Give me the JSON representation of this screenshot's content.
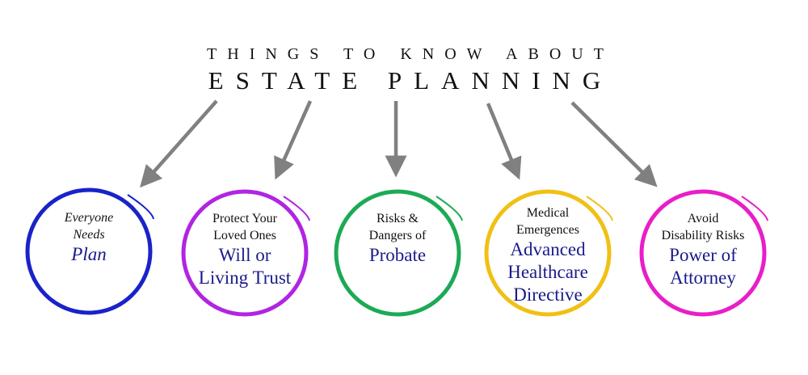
{
  "title": {
    "line1": "THINGS TO KNOW ABOUT",
    "line2": "ESTATE PLANNING"
  },
  "items": [
    {
      "sub": [
        "Everyone",
        "Needs"
      ],
      "main": [
        "Plan"
      ],
      "color": "#1a22c8"
    },
    {
      "sub": [
        "Protect Your",
        "Loved Ones"
      ],
      "main": [
        "Will or",
        "Living Trust"
      ],
      "color": "#b025e2"
    },
    {
      "sub": [
        "Risks &",
        "Dangers of"
      ],
      "main": [
        "Probate"
      ],
      "color": "#1caa55"
    },
    {
      "sub": [
        "Medical",
        "Emergences"
      ],
      "main": [
        "Advanced",
        "Healthcare",
        "Directive"
      ],
      "color": "#f0c015"
    },
    {
      "sub": [
        "Avoid",
        "Disability Risks"
      ],
      "main": [
        "Power of",
        "Attorney"
      ],
      "color": "#e81ec8"
    }
  ],
  "arrow_color": "#808080"
}
